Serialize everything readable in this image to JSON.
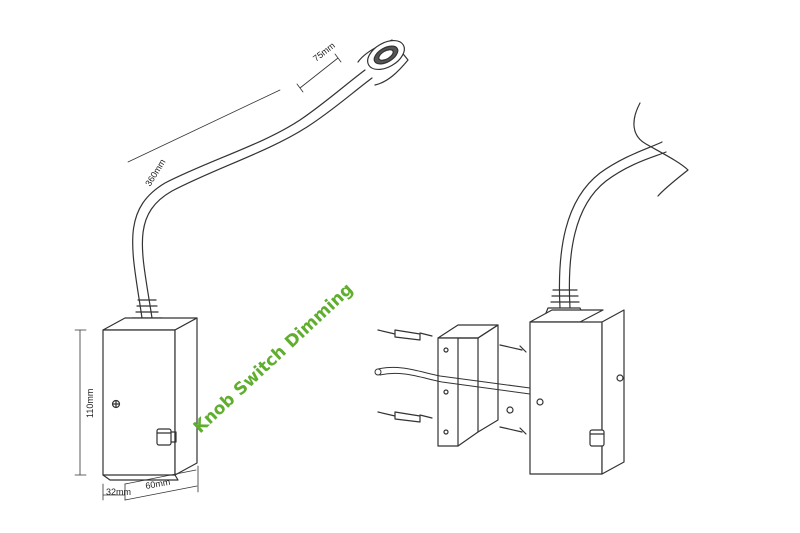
{
  "dimensions": {
    "head_length": "75mm",
    "gooseneck_length": "360mm",
    "box_height": "110mm",
    "box_depth": "32mm",
    "box_width": "60mm"
  },
  "callout": {
    "label": "Knob Switch Dimming",
    "color": "#5fae2e"
  },
  "colors": {
    "line": "#333333",
    "box_fill": "#ffffff"
  }
}
